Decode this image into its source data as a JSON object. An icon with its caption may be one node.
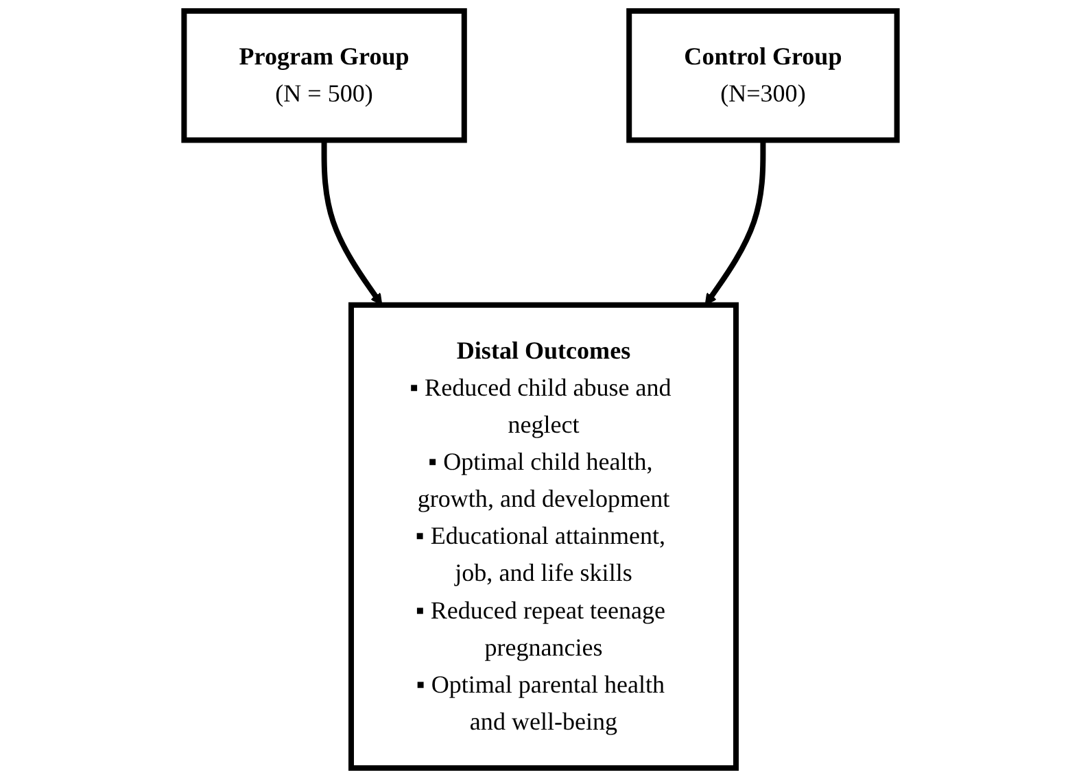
{
  "diagram": {
    "nodes": [
      {
        "text": [
          "Program Group",
          "(N = 500)"
        ]
      },
      {
        "text": [
          "Control Group",
          "(N=300)"
        ]
      },
      {
        "text": [
          "Distal Outcomes",
          "▪ Reduced child abuse and neglect",
          "▪ Optimal child health, growth, and development",
          "▪ Educational attainment, job, and life skills",
          "▪ Reduced repeat teenage pregnancies",
          "▪ Optimal parental health and well-being"
        ]
      }
    ],
    "edges": [
      {
        "from": 0,
        "to": 2,
        "arrow": "to"
      },
      {
        "from": 1,
        "to": 2,
        "arrow": "to"
      }
    ]
  }
}
